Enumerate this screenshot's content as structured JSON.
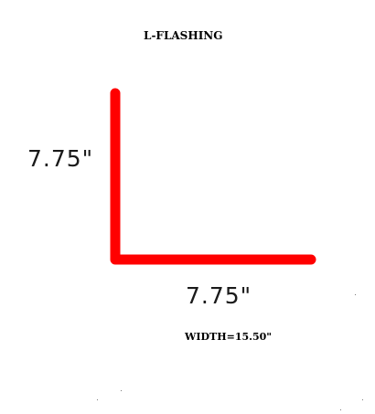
{
  "title": "L-FLASHING",
  "dimensions": {
    "vertical_leg": "7.75\"",
    "horizontal_leg": "7.75\""
  },
  "width_label": "WIDTH=15.50\"",
  "colors": {
    "flashing": "#ff0000",
    "text": "#000000",
    "background": "#ffffff"
  }
}
